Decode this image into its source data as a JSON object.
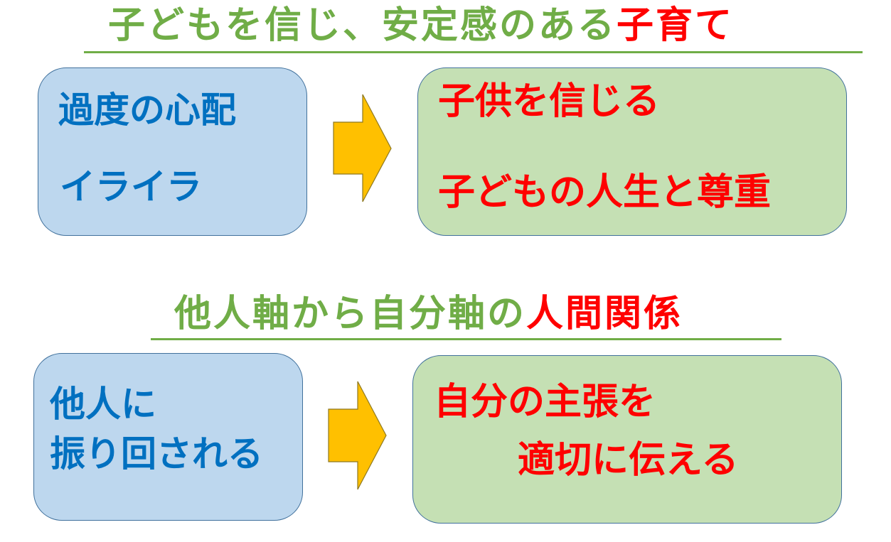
{
  "section1": {
    "heading_green": "子どもを信じ、安定感のある",
    "heading_red": "子育て",
    "left_lines": [
      "過度の心配",
      "イライラ"
    ],
    "right_lines": [
      "子供を信じる",
      "子どもの人生と尊重"
    ]
  },
  "section2": {
    "heading_green": "他人軸から自分軸の",
    "heading_red": "人間関係",
    "left_lines": [
      "他人に",
      "振り回される"
    ],
    "right_lines": [
      "自分の主張を",
      "適切に伝える"
    ]
  },
  "colors": {
    "heading_green": "#70AD47",
    "accent_red": "#FF0000",
    "box_blue_fill": "#BDD7EE",
    "box_green_fill": "#C5E0B4",
    "box_border": "#41719C",
    "blue_text": "#0070C0",
    "arrow_fill": "#FFC000"
  }
}
